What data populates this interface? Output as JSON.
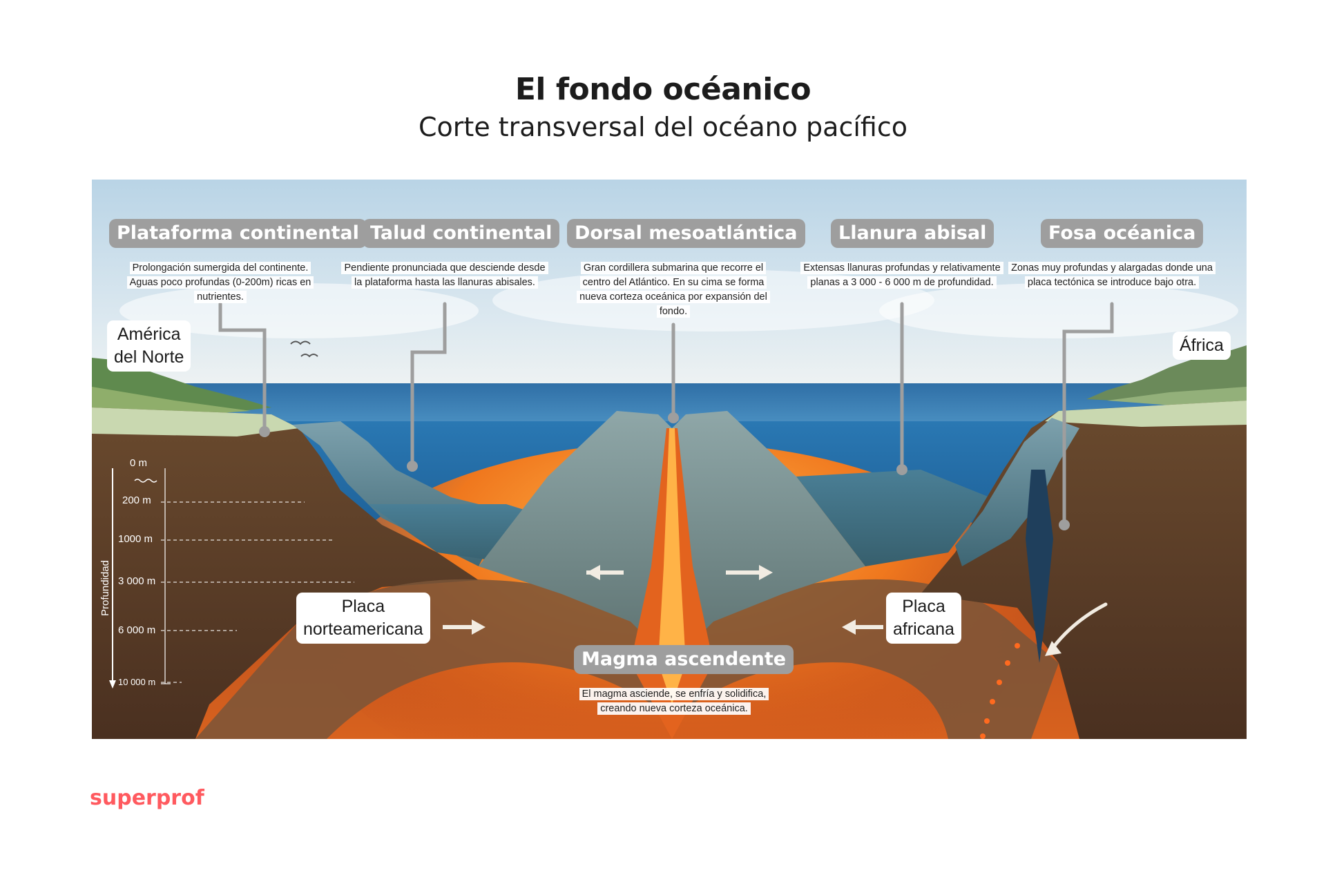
{
  "header": {
    "title": "El fondo océanico",
    "subtitle": "Corte transversal del océano pacífico"
  },
  "features": [
    {
      "title": "Plataforma continental",
      "description": "Prolongación sumergida del continente. Aguas poco profundas (0-200m) ricas en nutrientes."
    },
    {
      "title": "Talud continental",
      "description": "Pendiente pronunciada que desciende desde la plataforma hasta las llanuras abisales."
    },
    {
      "title": "Dorsal mesoatlántica",
      "description": "Gran cordillera submarina que recorre el centro del Atlántico. En su cima se forma nueva corteza oceánica por expansión del fondo."
    },
    {
      "title": "Llanura abisal",
      "description": "Extensas llanuras profundas y relativamente planas a 3 000 - 6 000 m de profundidad."
    },
    {
      "title": "Fosa océanica",
      "description": "Zonas muy profundas y alargadas donde una placa tectónica se introduce bajo otra."
    }
  ],
  "magma": {
    "title": "Magma ascendente",
    "description": "El magma asciende, se enfría y solidifica, creando nueva corteza oceánica."
  },
  "continents": {
    "left": [
      "América",
      "del Norte"
    ],
    "right": "África"
  },
  "plates": {
    "left": [
      "Placa",
      "norteamericana"
    ],
    "right": [
      "Placa",
      "africana"
    ]
  },
  "depth_scale": {
    "axis_title": "Profundidad",
    "marks": [
      "0 m",
      "200 m",
      "1000 m",
      "3 000 m",
      "6 000 m",
      "10 000 m"
    ]
  },
  "brand": "superprof"
}
